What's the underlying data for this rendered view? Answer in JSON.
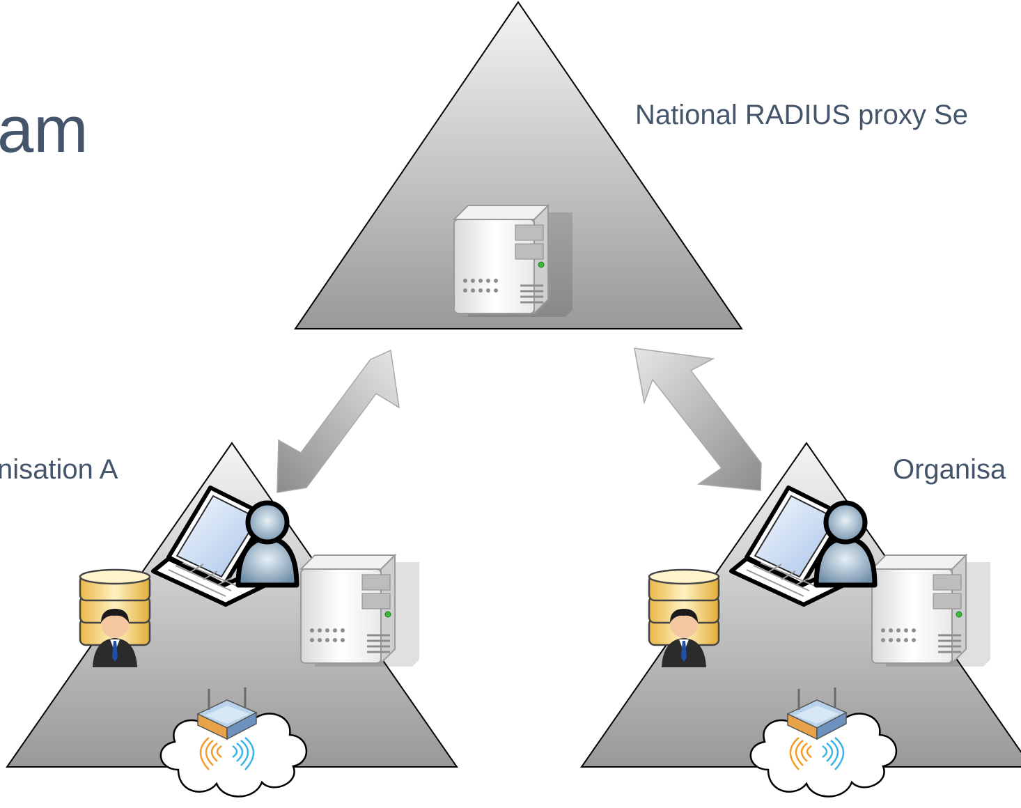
{
  "slide": {
    "title_fragment": "am"
  },
  "nodes": {
    "national": {
      "label": "National RADIUS proxy Se"
    },
    "org_a": {
      "label": "nisation A"
    },
    "org_b": {
      "label": "Organisa"
    }
  },
  "colors": {
    "label_text": "#44546a",
    "triangle_top": "#f2f2f2",
    "triangle_bottom": "#9b9b9b",
    "arrow": "#b8b8b8"
  },
  "icons": [
    "server-icon",
    "database-admin-icon",
    "laptop-user-icon",
    "wireless-access-point-cloud-icon",
    "bidirectional-arrow-icon"
  ]
}
